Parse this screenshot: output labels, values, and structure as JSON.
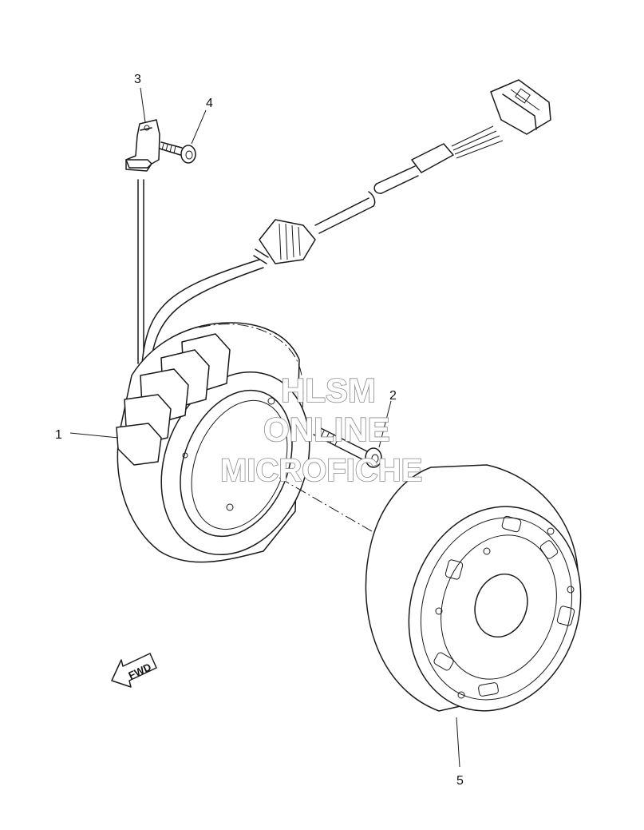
{
  "diagram": {
    "callouts": [
      {
        "id": "1",
        "label": "1"
      },
      {
        "id": "2",
        "label": "2"
      },
      {
        "id": "3",
        "label": "3"
      },
      {
        "id": "4",
        "label": "4"
      },
      {
        "id": "5",
        "label": "5"
      }
    ],
    "fwd_label": "FWD",
    "watermark": {
      "line1": "HLSM",
      "line2": "ONLINE",
      "line3": "MICROFICHE",
      "color": "#8a8a8a"
    },
    "line_color": "#1a1a1a",
    "background": "#ffffff"
  }
}
